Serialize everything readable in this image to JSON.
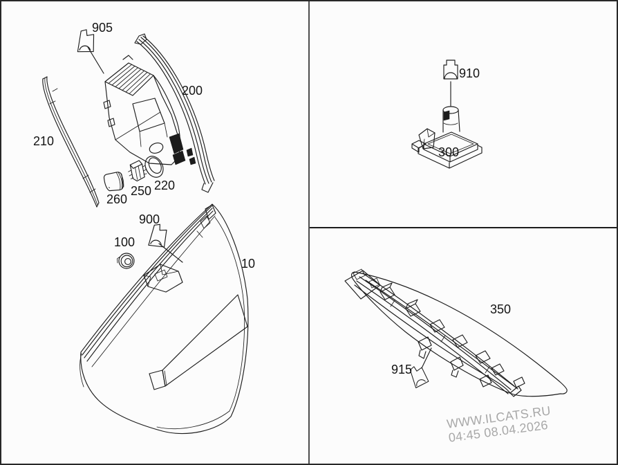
{
  "callouts": {
    "c905": "905",
    "c200": "200",
    "c210": "210",
    "c260": "260",
    "c250": "250",
    "c220": "220",
    "c900": "900",
    "c100": "100",
    "c10": "10",
    "c910": "910",
    "c300": "300",
    "c350": "350",
    "c915": "915"
  },
  "watermark": {
    "site": "WWW.ILCATS.RU",
    "timestamp": "04:45 08.04.2026"
  },
  "colors": {
    "background": "#fcfcfc",
    "line": "#1c1c1c",
    "label": "#141414",
    "border": "#282828",
    "divider_vertical": "#4d4d4d",
    "divider_horizontal": "#1c1c1c",
    "watermark": "#a8a8a8"
  }
}
